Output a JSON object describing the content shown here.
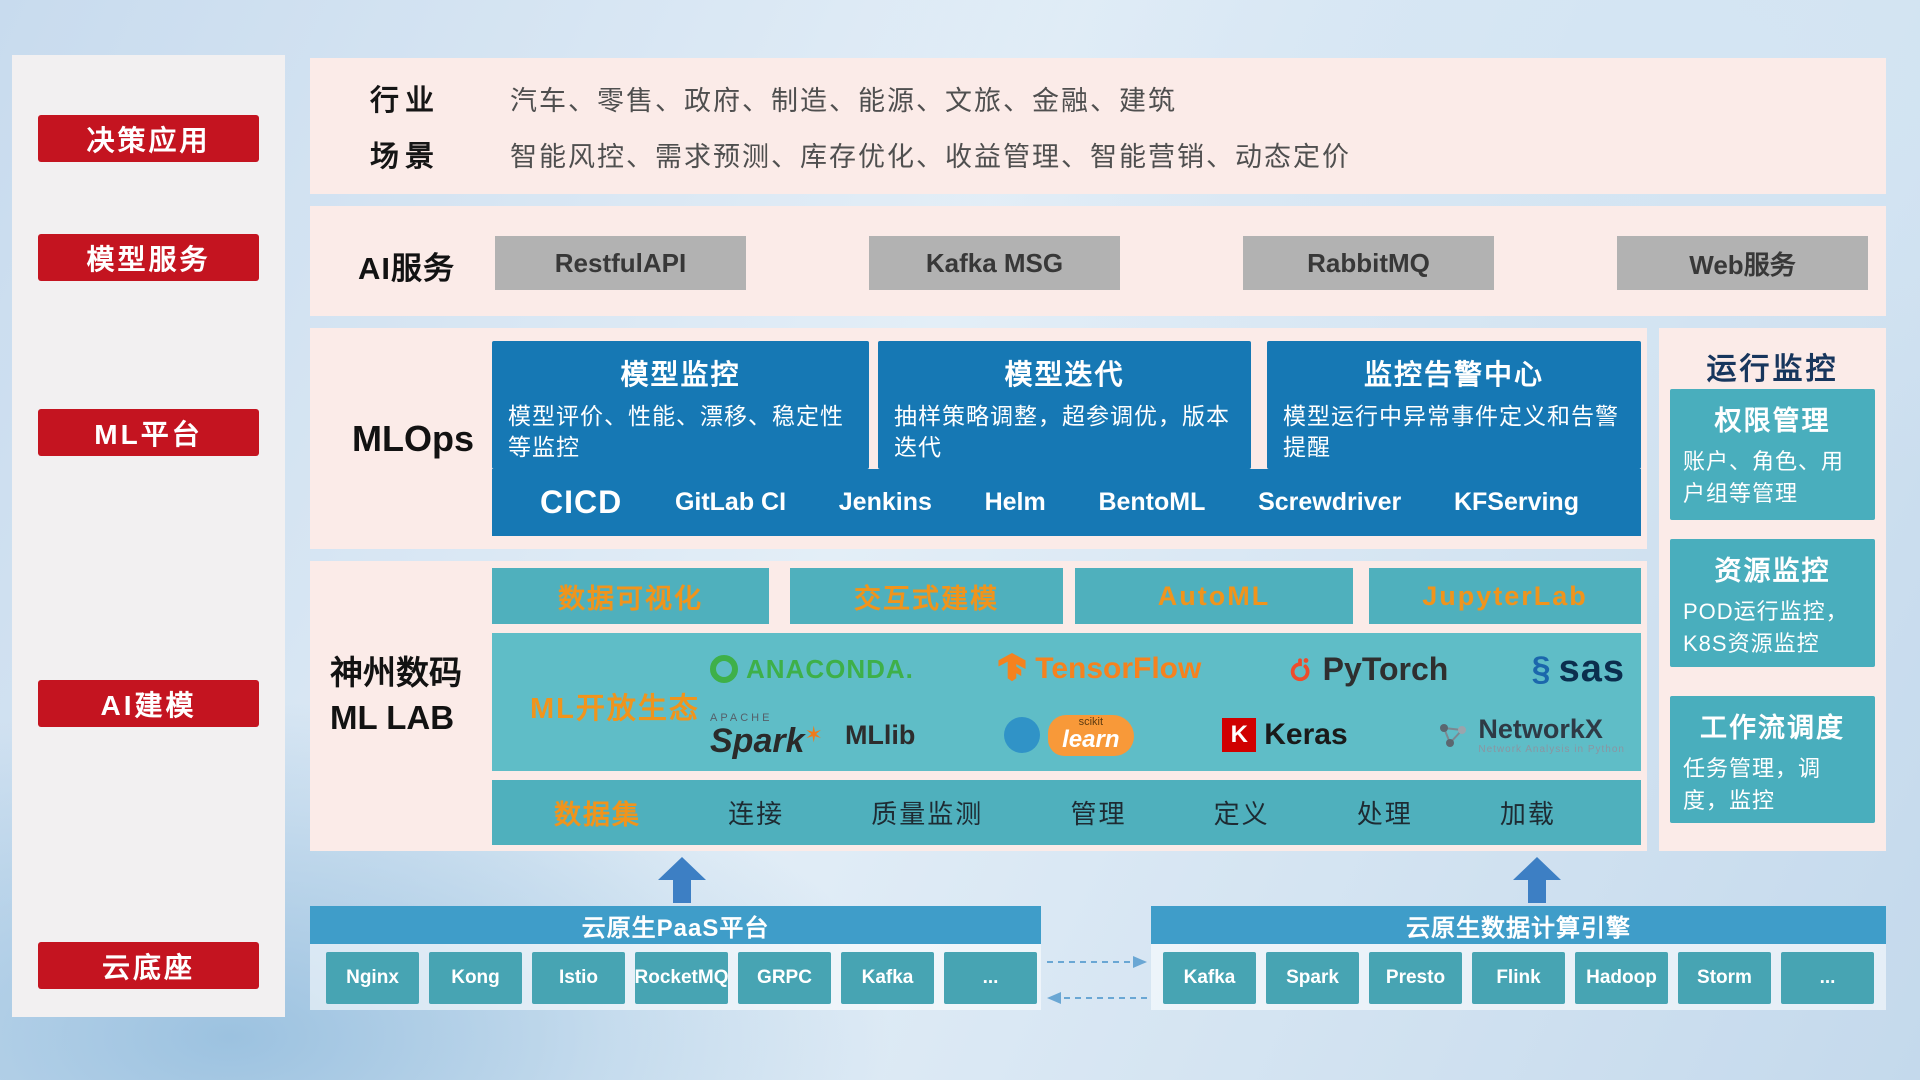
{
  "colors": {
    "accent_red": "#c41420",
    "deep_blue": "#1678b4",
    "teal": "#4fb0bd",
    "orange_text": "#f0941c",
    "bar_blue": "#3f9dc9",
    "band_pink": "#fbebe8"
  },
  "sidebar": {
    "items": [
      {
        "label": "决策应用"
      },
      {
        "label": "模型服务"
      },
      {
        "label": "ML平台"
      },
      {
        "label": "AI建模"
      },
      {
        "label": "云底座"
      }
    ]
  },
  "industry_band": {
    "row1_label": "行业",
    "row1_text": "汽车、零售、政府、制造、能源、文旅、金融、建筑",
    "row2_label": "场景",
    "row2_text": "智能风控、需求预测、库存优化、收益管理、智能营销、动态定价"
  },
  "ai_service_band": {
    "label": "AI服务",
    "buttons": [
      "RestfulAPI",
      "Kafka MSG",
      "RabbitMQ",
      "Web服务"
    ]
  },
  "mlops_band": {
    "label": "MLOps",
    "cards": [
      {
        "title": "模型监控",
        "desc": "模型评价、性能、漂移、稳定性等监控"
      },
      {
        "title": "模型迭代",
        "desc": "抽样策略调整，超参调优，版本迭代"
      },
      {
        "title": "监控告警中心",
        "desc": "模型运行中异常事件定义和告警提醒"
      }
    ],
    "cicd": {
      "lead": "CICD",
      "items": [
        "GitLab CI",
        "Jenkins",
        "Helm",
        "BentoML",
        "Screwdriver",
        "KFServing"
      ]
    }
  },
  "mllab_band": {
    "label_line1": "神州数码",
    "label_line2": "ML LAB",
    "top_buttons": [
      "数据可视化",
      "交互式建模",
      "AutoML",
      "JupyterLab"
    ],
    "ecosystem": {
      "label": "ML开放生态",
      "logos": {
        "anaconda": "ANACONDA.",
        "tensorflow": "TensorFlow",
        "pytorch": "PyTorch",
        "sas": "sas",
        "spark_apache": "APACHE",
        "spark": "Spark",
        "mllib": "MLlib",
        "scikit_top": "scikit",
        "scikit": "learn",
        "keras_k": "K",
        "keras": "Keras",
        "networkx": "NetworkX",
        "networkx_sub": "Network Analysis in Python"
      }
    },
    "dataset_row": {
      "label": "数据集",
      "items": [
        "连接",
        "质量监测",
        "管理",
        "定义",
        "处理",
        "加载"
      ]
    }
  },
  "monitor_column": {
    "title": "运行监控",
    "cards": [
      {
        "title": "权限管理",
        "desc": "账户、角色、用户组等管理"
      },
      {
        "title": "资源监控",
        "desc": "POD运行监控，K8S资源监控"
      },
      {
        "title": "工作流调度",
        "desc": "任务管理，调度，监控"
      }
    ]
  },
  "bottom": {
    "paas": {
      "title": "云原生PaaS平台",
      "chips": [
        "Nginx",
        "Kong",
        "Istio",
        "RocketMQ",
        "GRPC",
        "Kafka",
        "..."
      ]
    },
    "engine": {
      "title": "云原生数据计算引擎",
      "chips": [
        "Kafka",
        "Spark",
        "Presto",
        "Flink",
        "Hadoop",
        "Storm",
        "..."
      ]
    }
  }
}
